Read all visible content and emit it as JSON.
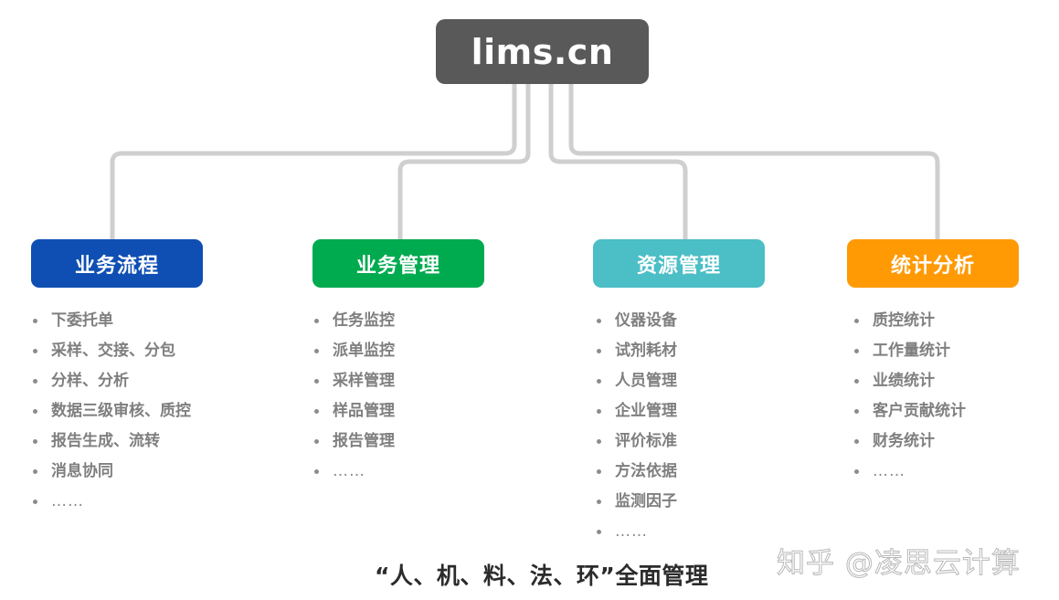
{
  "root": {
    "label": "lims.cn",
    "color": "#595959"
  },
  "categories": [
    {
      "title": "业务流程",
      "color": "#0f4fb3",
      "items": [
        "下委托单",
        "采样、交接、分包",
        "分样、分析",
        "数据三级审核、质控",
        "报告生成、流转",
        "消息协同",
        "……"
      ]
    },
    {
      "title": "业务管理",
      "color": "#00aa4f",
      "items": [
        "任务监控",
        "派单监控",
        "采样管理",
        "样品管理",
        "报告管理",
        "……"
      ]
    },
    {
      "title": "资源管理",
      "color": "#4bbec6",
      "items": [
        "仪器设备",
        "试剂耗材",
        "人员管理",
        "企业管理",
        "评价标准",
        "方法依据",
        "监测因子",
        "……"
      ]
    },
    {
      "title": "统计分析",
      "color": "#ff9a05",
      "items": [
        "质控统计",
        "工作量统计",
        "业绩统计",
        "客户贡献统计",
        "财务统计",
        "……"
      ]
    }
  ],
  "footer": {
    "title": "“人、机、料、法、环”全面管理"
  },
  "watermark": {
    "text": "知乎 @凌思云计算"
  },
  "connector_color": "#cfcfcf"
}
